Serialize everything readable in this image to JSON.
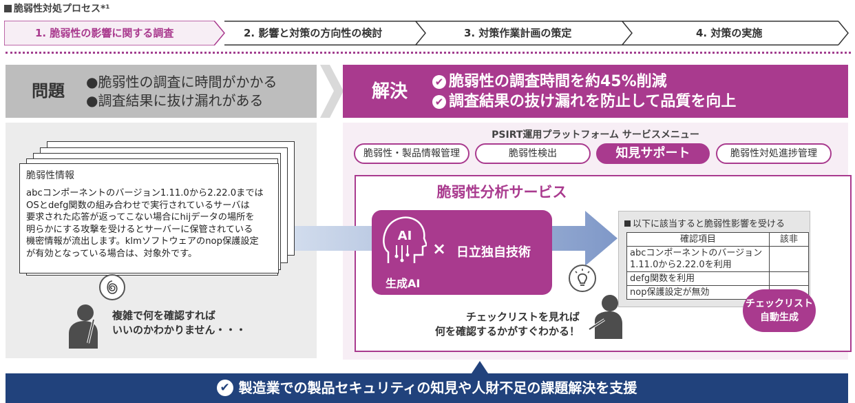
{
  "header": {
    "title": "脆弱性対処プロセス*¹"
  },
  "steps": [
    {
      "label": "1. 脆弱性の影響に関する調査",
      "active": true
    },
    {
      "label": "2. 影響と対策の方向性の検討",
      "active": false
    },
    {
      "label": "3. 対策作業計画の策定",
      "active": false
    },
    {
      "label": "4. 対策の実施",
      "active": false
    }
  ],
  "problem": {
    "tag": "問題",
    "items": [
      "●脆弱性の調査に時間がかかる",
      "●調査結果に抜け漏れがある"
    ],
    "vuln_card": {
      "title": "脆弱性情報",
      "lines": [
        "abcコンポーネントのバージョン1.11.0から2.22.0までは",
        "OSとdefg関数の組み合わせで実行されているサーバは",
        "要求された応答が返ってこない場合にhijデータの場所を",
        "明らかにする攻撃を受けるとサーバーに保管されている",
        "機密情報が流出します。klmソフトウェアのnop保護設定",
        "が有効となっている場合は、対象外です。"
      ]
    },
    "caption": [
      "複雑で何を確認すれば",
      "いいのかわかりません・・・"
    ]
  },
  "solution": {
    "tag": "解決",
    "items": [
      "脆弱性の調査時間を約45%削減",
      "調査結果の抜け漏れを防止して品質を向上"
    ],
    "platform_title": "PSIRT運用プラットフォーム サービスメニュー",
    "menu": [
      "脆弱性・製品情報管理",
      "脆弱性検出",
      "知見サポート",
      "脆弱性対処進捗管理"
    ],
    "service_title": "脆弱性分析サービス",
    "ai": {
      "icon_text": "AI",
      "label": "生成AI",
      "cross": "×",
      "tech": "日立独自技術"
    },
    "checklist": {
      "heading": "以下に該当すると脆弱性影響を受ける",
      "columns": [
        "確認項目",
        "該非"
      ],
      "rows": [
        [
          "abcコンポーネントのバージョン 1.11.0から2.22.0を利用",
          ""
        ],
        [
          "defg関数を利用",
          ""
        ],
        [
          "nop保護設定が無効",
          ""
        ]
      ],
      "badge": [
        "チェックリスト",
        "自動生成"
      ]
    },
    "caption": [
      "チェックリストを見れば",
      "何を確認するかがすぐわかる！"
    ]
  },
  "bottom": {
    "text": "製造業での製品セキュリティの知見や人財不足の課題解決を支援"
  },
  "colors": {
    "accent": "#a93a8e",
    "navy": "#21427c",
    "gray_head": "#bdbdbd"
  }
}
